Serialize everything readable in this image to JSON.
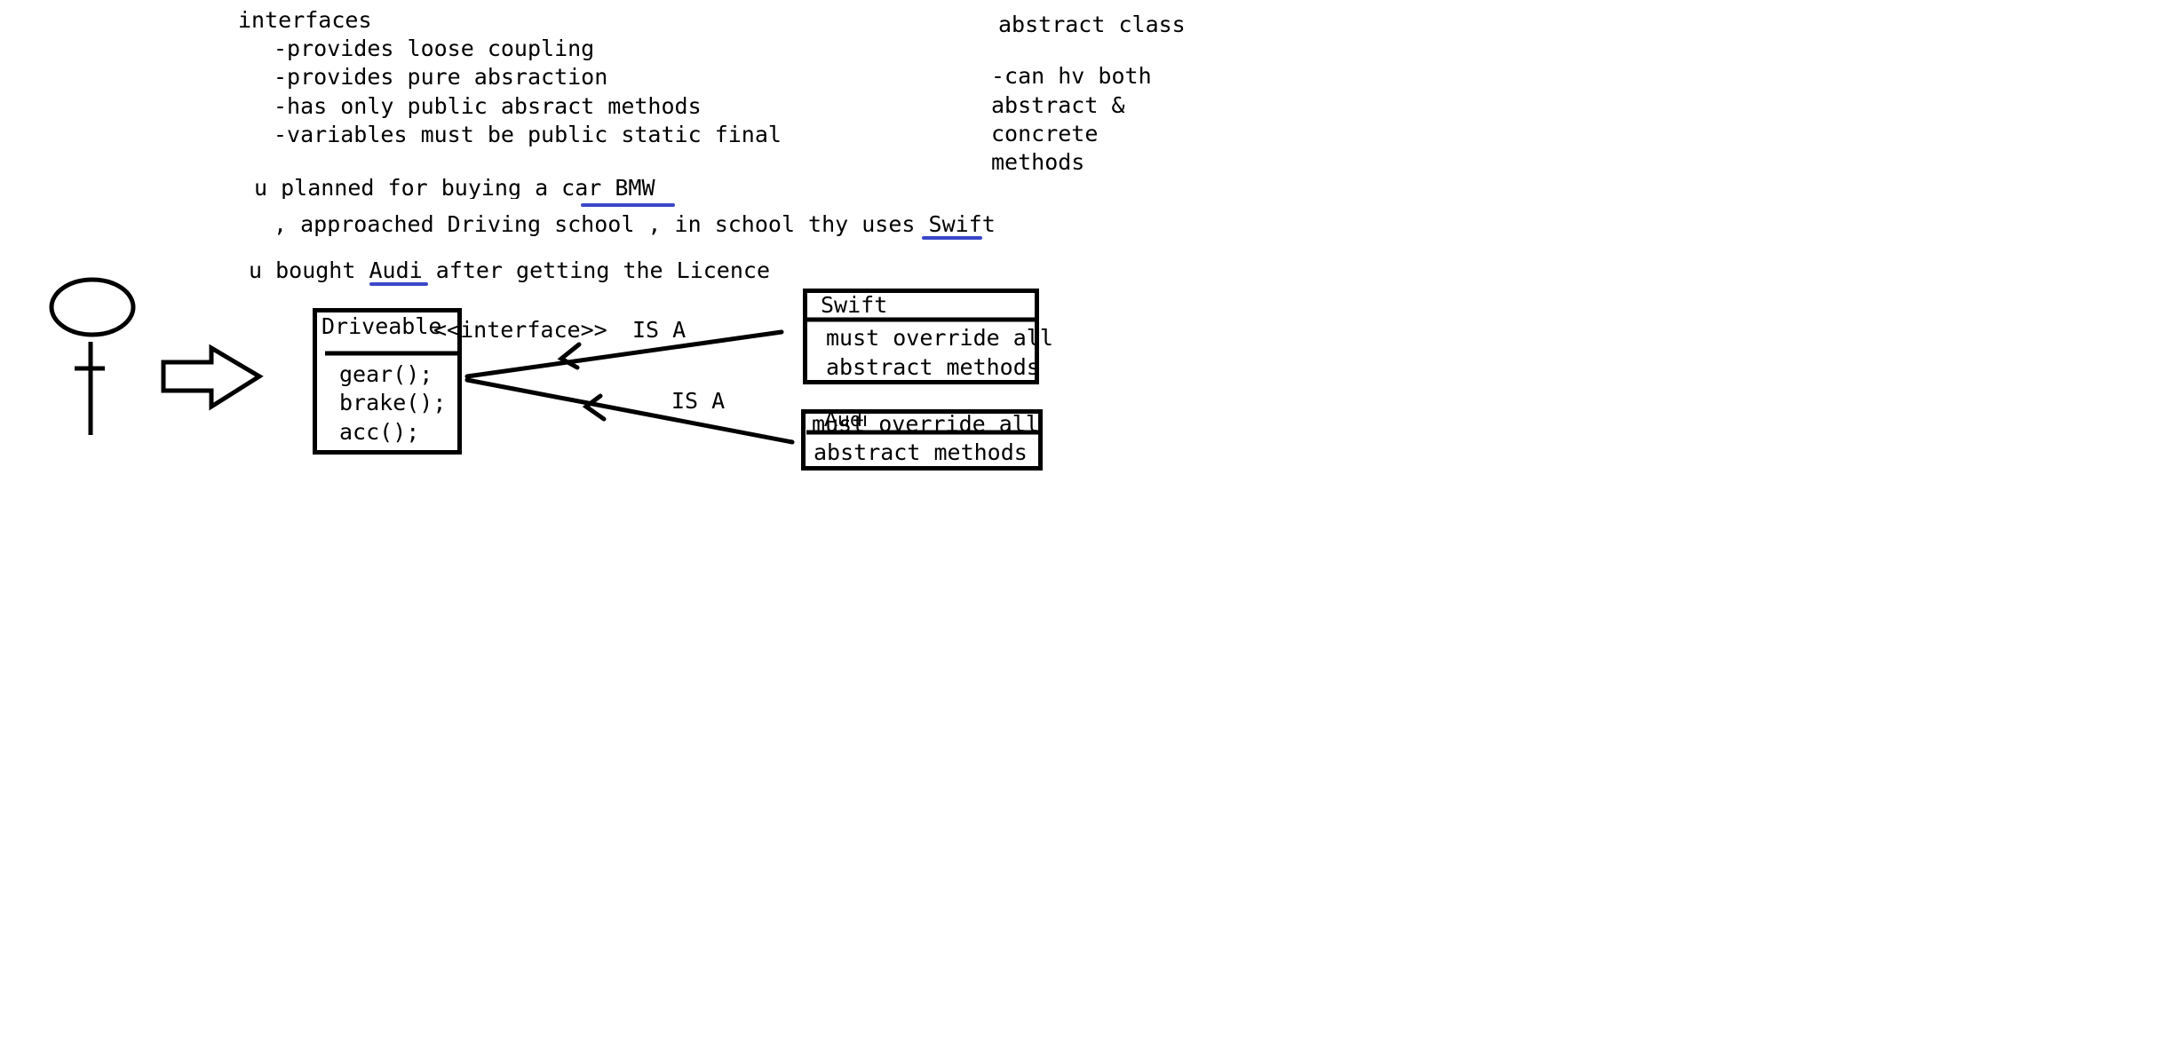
{
  "interfaces": {
    "title": "interfaces",
    "points": [
      "-provides loose coupling",
      "-provides pure absraction",
      "-has only public absract methods",
      "-variables must be public static final"
    ]
  },
  "abstract_class": {
    "title": "abstract class",
    "lines": [
      "-can hv both",
      "abstract &",
      "concrete",
      "methods"
    ]
  },
  "story": {
    "line1": "u planned for buying a car BMW",
    "line2": ", approached Driving school , in school thy uses Swift",
    "line3": "u bought Audi after getting the Licence"
  },
  "driveable": {
    "name": "Driveable",
    "stereotype": "<<interface>>",
    "methods": [
      "gear();",
      "brake();",
      "acc();"
    ]
  },
  "swift": {
    "name": "Swift",
    "note_lines": [
      "must override all",
      "abstract methods"
    ]
  },
  "audi": {
    "name": "Audi",
    "note_lines": [
      "must override all",
      "abstract methods"
    ]
  },
  "relations": {
    "swift_label": "IS A",
    "audi_label": "IS A"
  },
  "colors": {
    "ink": "#000000",
    "underline": "#3a47c9"
  }
}
